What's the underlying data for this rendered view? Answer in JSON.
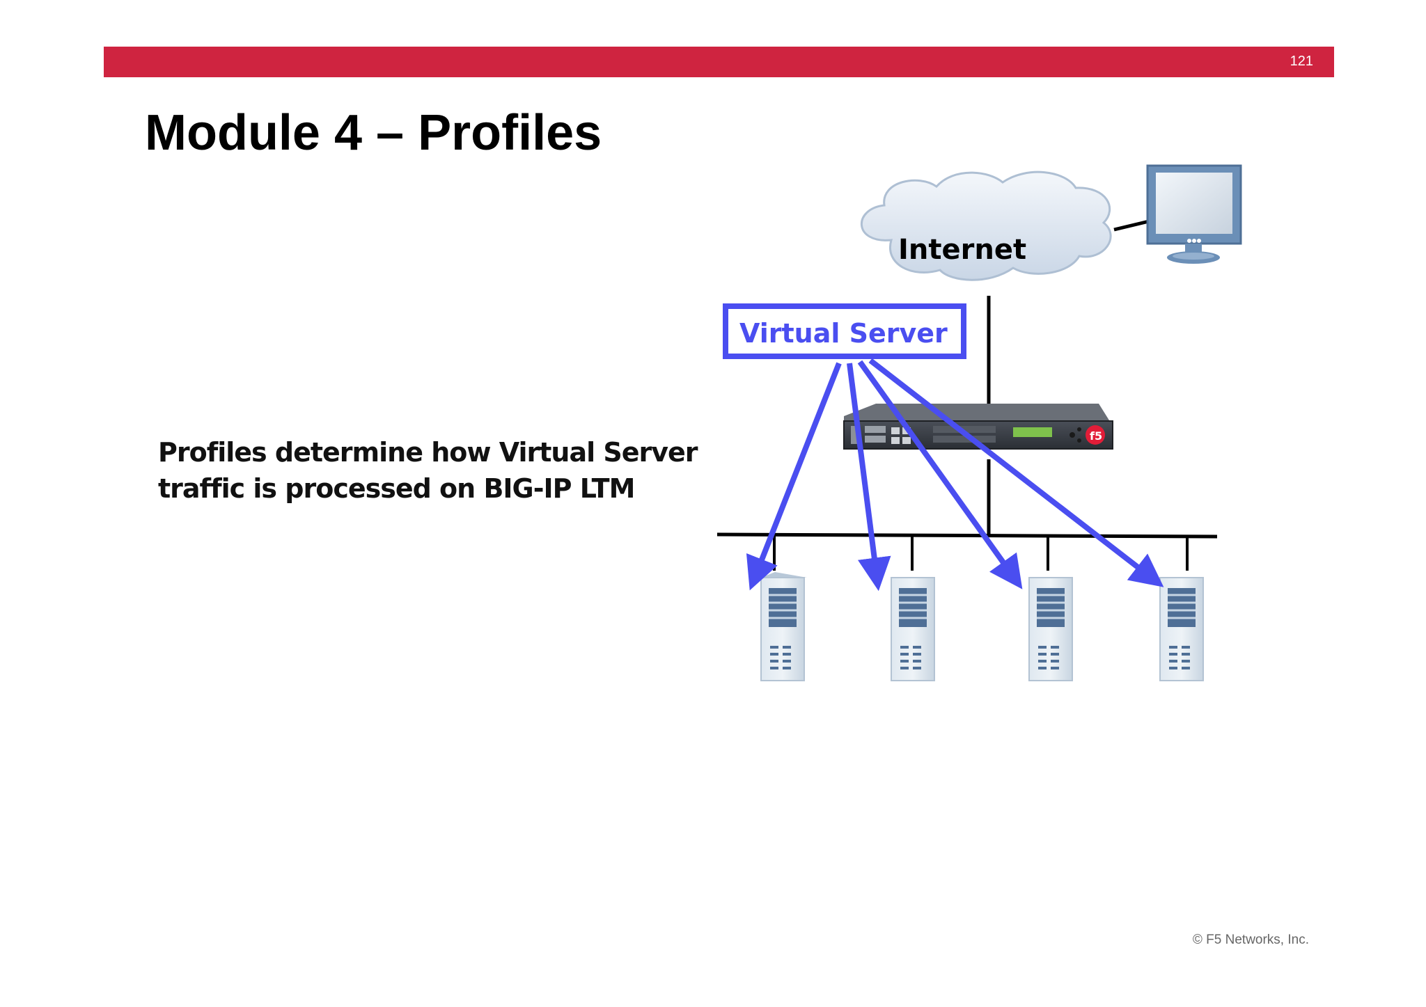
{
  "header": {
    "page_number": "121",
    "bar_color": "#cf2440"
  },
  "title": "Module 4 – Profiles",
  "body": {
    "lines": [
      "Profiles determine how Virtual Server",
      "traffic is processed on BIG-IP LTM"
    ]
  },
  "diagram": {
    "cloud_label": "Internet",
    "virtual_server_label": "Virtual Server",
    "accent_color": "#4a4ef0",
    "nodes": [
      {
        "name": "client-monitor-icon"
      },
      {
        "name": "internet-cloud-icon"
      },
      {
        "name": "big-ip-appliance-icon"
      },
      {
        "name": "server-icon-1"
      },
      {
        "name": "server-icon-2"
      },
      {
        "name": "server-icon-3"
      },
      {
        "name": "server-icon-4"
      }
    ]
  },
  "footer": {
    "copyright": "© F5 Networks, Inc."
  }
}
